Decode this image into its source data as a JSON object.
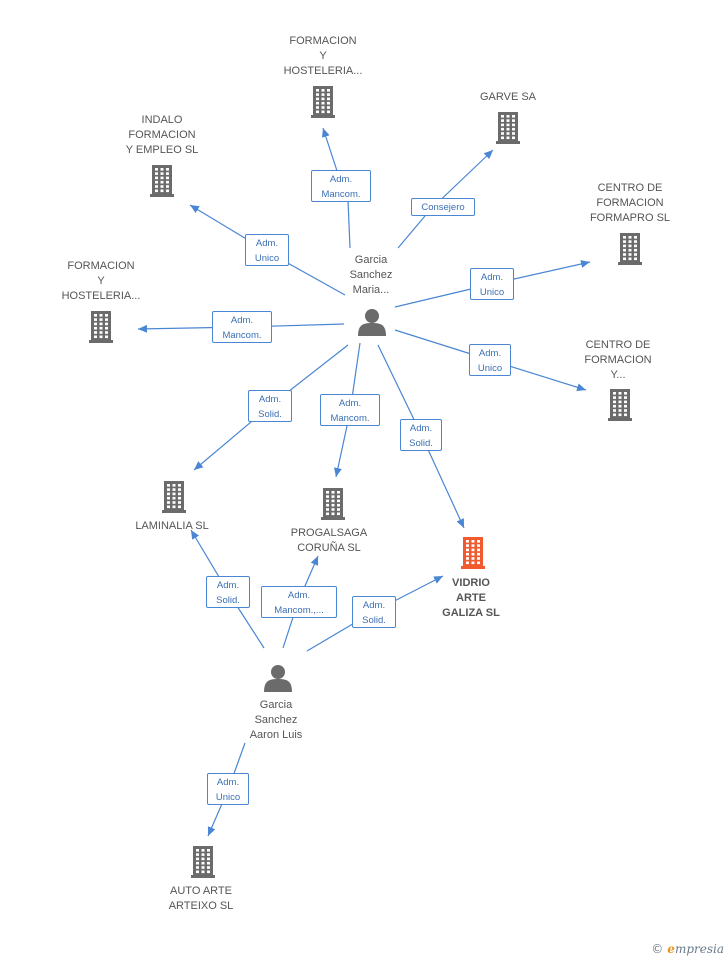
{
  "colors": {
    "edge": "#4a86d4",
    "company_icon": "#6b6b6b",
    "highlight_icon": "#f05a2e",
    "person_icon": "#6b6b6b"
  },
  "nodes": [
    {
      "id": "formacion_top",
      "type": "company",
      "label": "FORMACION\nY\nHOSTELERIA...",
      "icon": "building-icon"
    },
    {
      "id": "garvesa",
      "type": "company",
      "label": "GARVE SA",
      "icon": "building-icon"
    },
    {
      "id": "indalo",
      "type": "company",
      "label": "INDALO\nFORMACION\nY EMPLEO SL",
      "icon": "building-icon"
    },
    {
      "id": "formapro",
      "type": "company",
      "label": "CENTRO DE\nFORMACION\nFORMAPRO SL",
      "icon": "building-icon"
    },
    {
      "id": "formacion_left",
      "type": "company",
      "label": "FORMACION\nY\nHOSTELERIA...",
      "icon": "building-icon"
    },
    {
      "id": "centro_y",
      "type": "company",
      "label": "CENTRO DE\nFORMACION\nY...",
      "icon": "building-icon"
    },
    {
      "id": "garcia_maria",
      "type": "person",
      "label": "Garcia\nSanchez\nMaria...",
      "icon": "person-icon"
    },
    {
      "id": "laminalia",
      "type": "company",
      "label": "LAMINALIA SL",
      "icon": "building-icon"
    },
    {
      "id": "progalsaga",
      "type": "company",
      "label": "PROGALSAGA\nCORUÑA SL",
      "icon": "building-icon"
    },
    {
      "id": "vidrio",
      "type": "company",
      "label": "VIDRIO\nARTE\nGALIZA SL",
      "icon": "building-icon",
      "highlight": true
    },
    {
      "id": "garcia_aaron",
      "type": "person",
      "label": "Garcia\nSanchez\nAaron Luis",
      "icon": "person-icon"
    },
    {
      "id": "autoarte",
      "type": "company",
      "label": "AUTO ARTE\nARTEIXO SL",
      "icon": "building-icon"
    }
  ],
  "edges": [
    {
      "id": "e1",
      "from": "garcia_maria",
      "to": "formacion_top",
      "label": "Adm.\nMancom."
    },
    {
      "id": "e2",
      "from": "garcia_maria",
      "to": "garvesa",
      "label": "Consejero"
    },
    {
      "id": "e3",
      "from": "garcia_maria",
      "to": "indalo",
      "label": "Adm.\nUnico"
    },
    {
      "id": "e4",
      "from": "garcia_maria",
      "to": "formapro",
      "label": "Adm.\nUnico"
    },
    {
      "id": "e5",
      "from": "garcia_maria",
      "to": "formacion_left",
      "label": "Adm.\nMancom."
    },
    {
      "id": "e6",
      "from": "garcia_maria",
      "to": "centro_y",
      "label": "Adm.\nUnico"
    },
    {
      "id": "e7",
      "from": "garcia_maria",
      "to": "laminalia",
      "label": "Adm.\nSolid."
    },
    {
      "id": "e8",
      "from": "garcia_maria",
      "to": "progalsaga",
      "label": "Adm.\nMancom."
    },
    {
      "id": "e9",
      "from": "garcia_maria",
      "to": "vidrio",
      "label": "Adm.\nSolid."
    },
    {
      "id": "e10",
      "from": "garcia_aaron",
      "to": "laminalia",
      "label": "Adm.\nSolid."
    },
    {
      "id": "e11",
      "from": "garcia_aaron",
      "to": "progalsaga",
      "label": "Adm.\nMancom.,..."
    },
    {
      "id": "e12",
      "from": "garcia_aaron",
      "to": "vidrio",
      "label": "Adm.\nSolid."
    },
    {
      "id": "e13",
      "from": "garcia_aaron",
      "to": "autoarte",
      "label": "Adm.\nUnico"
    }
  ],
  "watermark": {
    "copyright": "©",
    "brand_initial": "e",
    "brand_rest": "mpresia"
  }
}
